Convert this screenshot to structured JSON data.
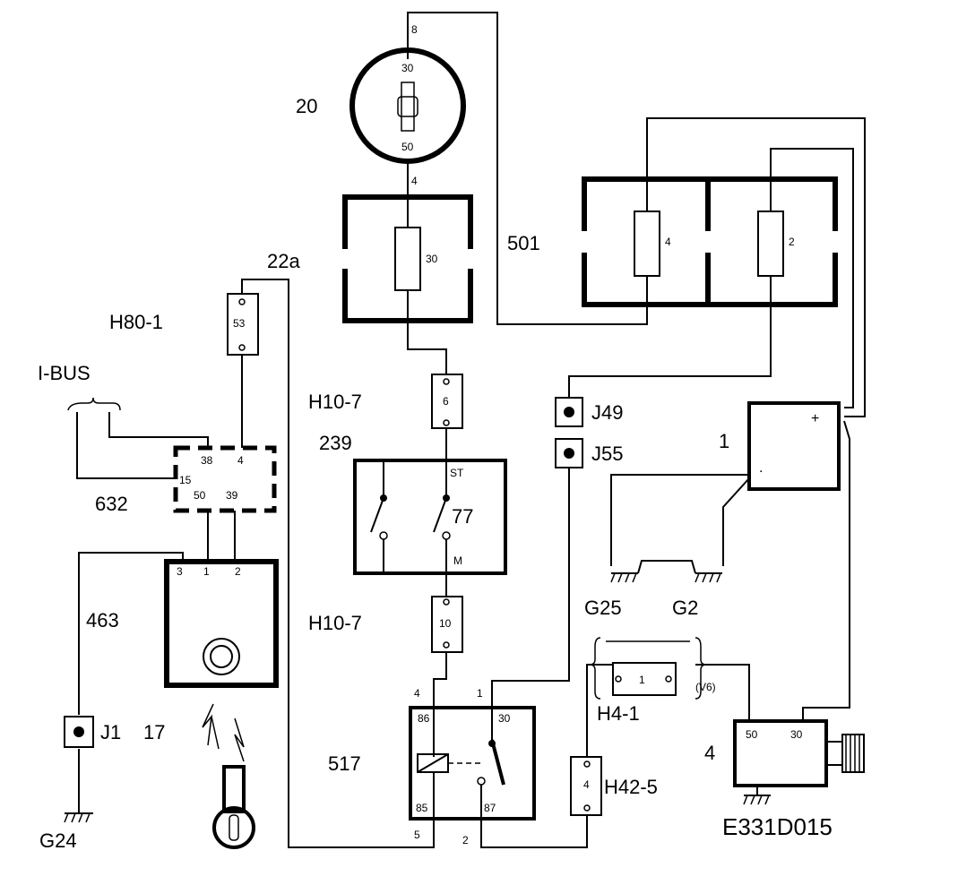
{
  "components": {
    "c20": {
      "label": "20",
      "pin_top": "8",
      "pin_bottom": "4",
      "inner_top": "30",
      "inner_bottom": "50"
    },
    "c30_fuse": {
      "value": "30"
    },
    "c22a": {
      "label": "22a",
      "fuse": "53"
    },
    "h80": {
      "label": "H80-1"
    },
    "ibus": {
      "label": "I-BUS"
    },
    "c501": {
      "label": "501",
      "fuse_left": "4",
      "fuse_right": "2"
    },
    "h10_top": {
      "label": "H10-7",
      "pin": "6"
    },
    "h10_bot": {
      "label": "H10-7",
      "pin": "10"
    },
    "c239": {
      "label": "239",
      "st": "ST",
      "n77": "77",
      "m": "M"
    },
    "j49": {
      "label": "J49"
    },
    "j55": {
      "label": "J55"
    },
    "c1": {
      "label": "1",
      "plus": "+",
      "minus": "."
    },
    "c632": {
      "label": "632",
      "p38": "38",
      "p4": "4",
      "p15": "15",
      "p50": "50",
      "p39": "39"
    },
    "c463": {
      "label": "463",
      "p3": "3",
      "p1": "1",
      "p2": "2"
    },
    "j1": {
      "label": "J1"
    },
    "c17": {
      "label": "17"
    },
    "g24": {
      "label": "G24"
    },
    "g25": {
      "label": "G25"
    },
    "g2": {
      "label": "G2"
    },
    "h4": {
      "label": "H4-1",
      "pin": "1",
      "v6": "(V6)"
    },
    "c517": {
      "label": "517",
      "p4": "4",
      "p1": "1",
      "p86": "86",
      "p30": "30",
      "p85": "85",
      "p87": "87",
      "p5": "5",
      "p2": "2"
    },
    "h42": {
      "label": "H42-5",
      "pin": "4"
    },
    "c4": {
      "label": "4",
      "p50": "50",
      "p30": "30"
    },
    "code": "E331D015"
  }
}
